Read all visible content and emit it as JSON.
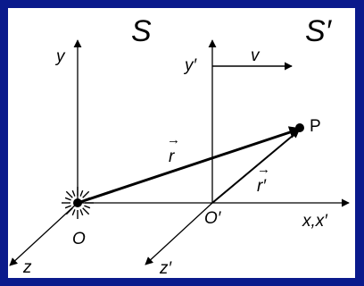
{
  "colors": {
    "border": "#0a1a8c",
    "background": "#ffffff",
    "ink": "#000000"
  },
  "frames": {
    "s": "S",
    "s_prime": "S′"
  },
  "axes": {
    "y": "y",
    "y_prime": "y′",
    "z": "z",
    "z_prime": "z′",
    "x": "x,x′"
  },
  "origins": {
    "o": "O",
    "o_prime": "O′"
  },
  "velocity": "v",
  "point": "P",
  "vectors": {
    "r": "r",
    "r_prime": "r′",
    "arrow_glyph": "→"
  },
  "icons": {
    "origin_burst": "starburst-icon"
  }
}
